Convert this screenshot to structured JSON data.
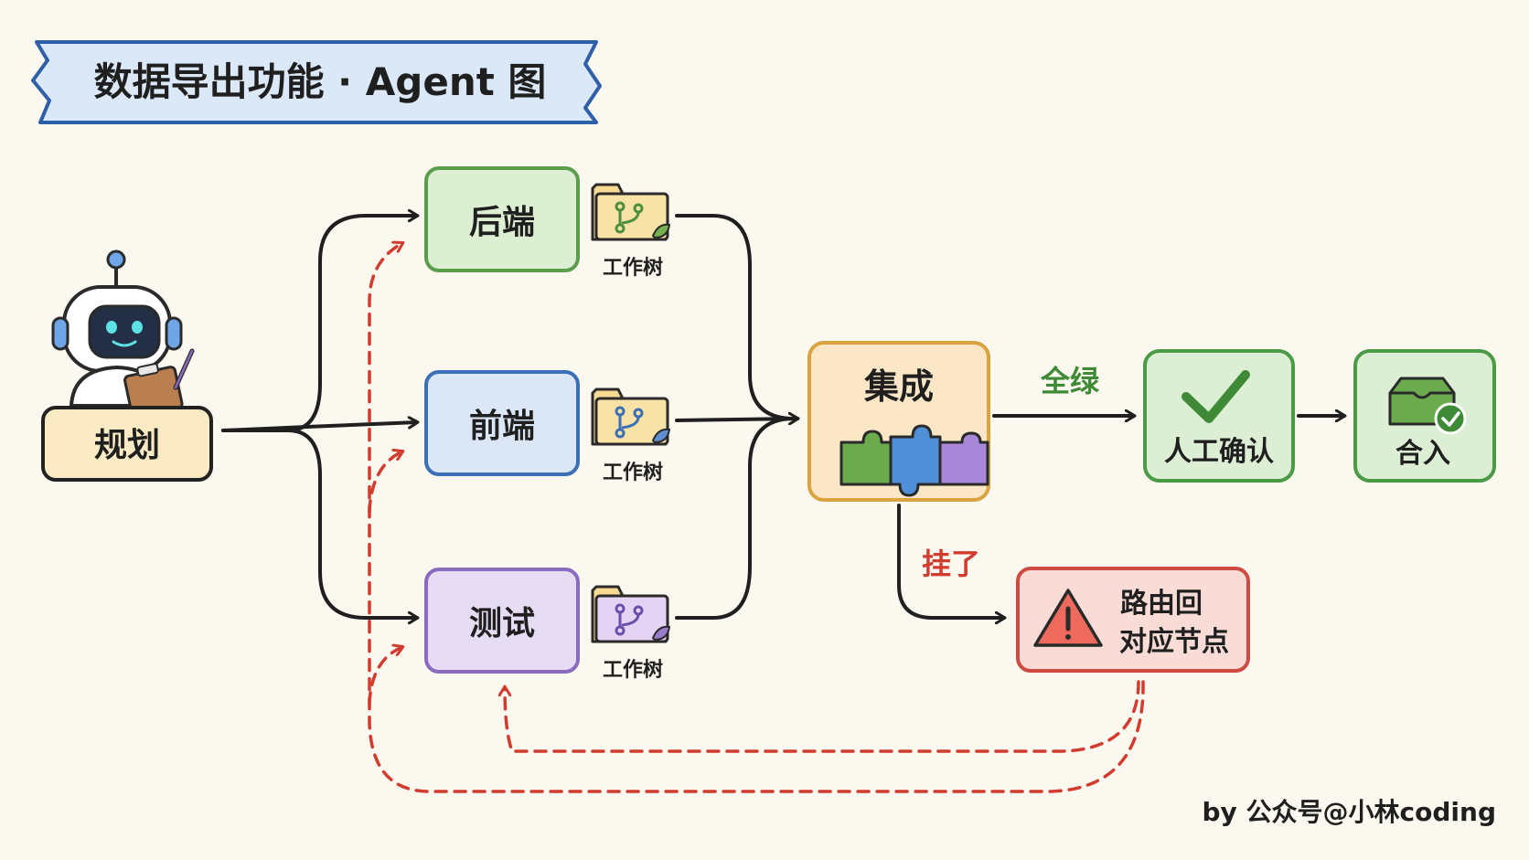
{
  "title": "数据导出功能 · Agent 图",
  "nodes": {
    "plan": "规划",
    "backend": "后端",
    "frontend": "前端",
    "test": "测试",
    "integrate": "集成",
    "confirm": "人工确认",
    "merge": "合入",
    "route_line1": "路由回",
    "route_line2": "对应节点"
  },
  "worktree_label": "工作树",
  "edges": {
    "all_green": "全绿",
    "failed": "挂了"
  },
  "credit": "by 公众号@小林coding",
  "colors": {
    "background": "#fbf8ef",
    "backend": "#5a9e4b",
    "frontend": "#3b6fb6",
    "test": "#8b6bbf",
    "integrate": "#d9a43f",
    "confirm": "#4b9a45",
    "merge": "#4b9a45",
    "route": "#cf4a42",
    "plan": "#222222",
    "retry_arrow": "#d13c2f",
    "banner": "#2f5fa8"
  },
  "icons": [
    "robot-icon",
    "clipboard-icon",
    "worktree-folder-icon",
    "puzzle-icon",
    "checkmark-icon",
    "inbox-check-icon",
    "warning-icon"
  ]
}
